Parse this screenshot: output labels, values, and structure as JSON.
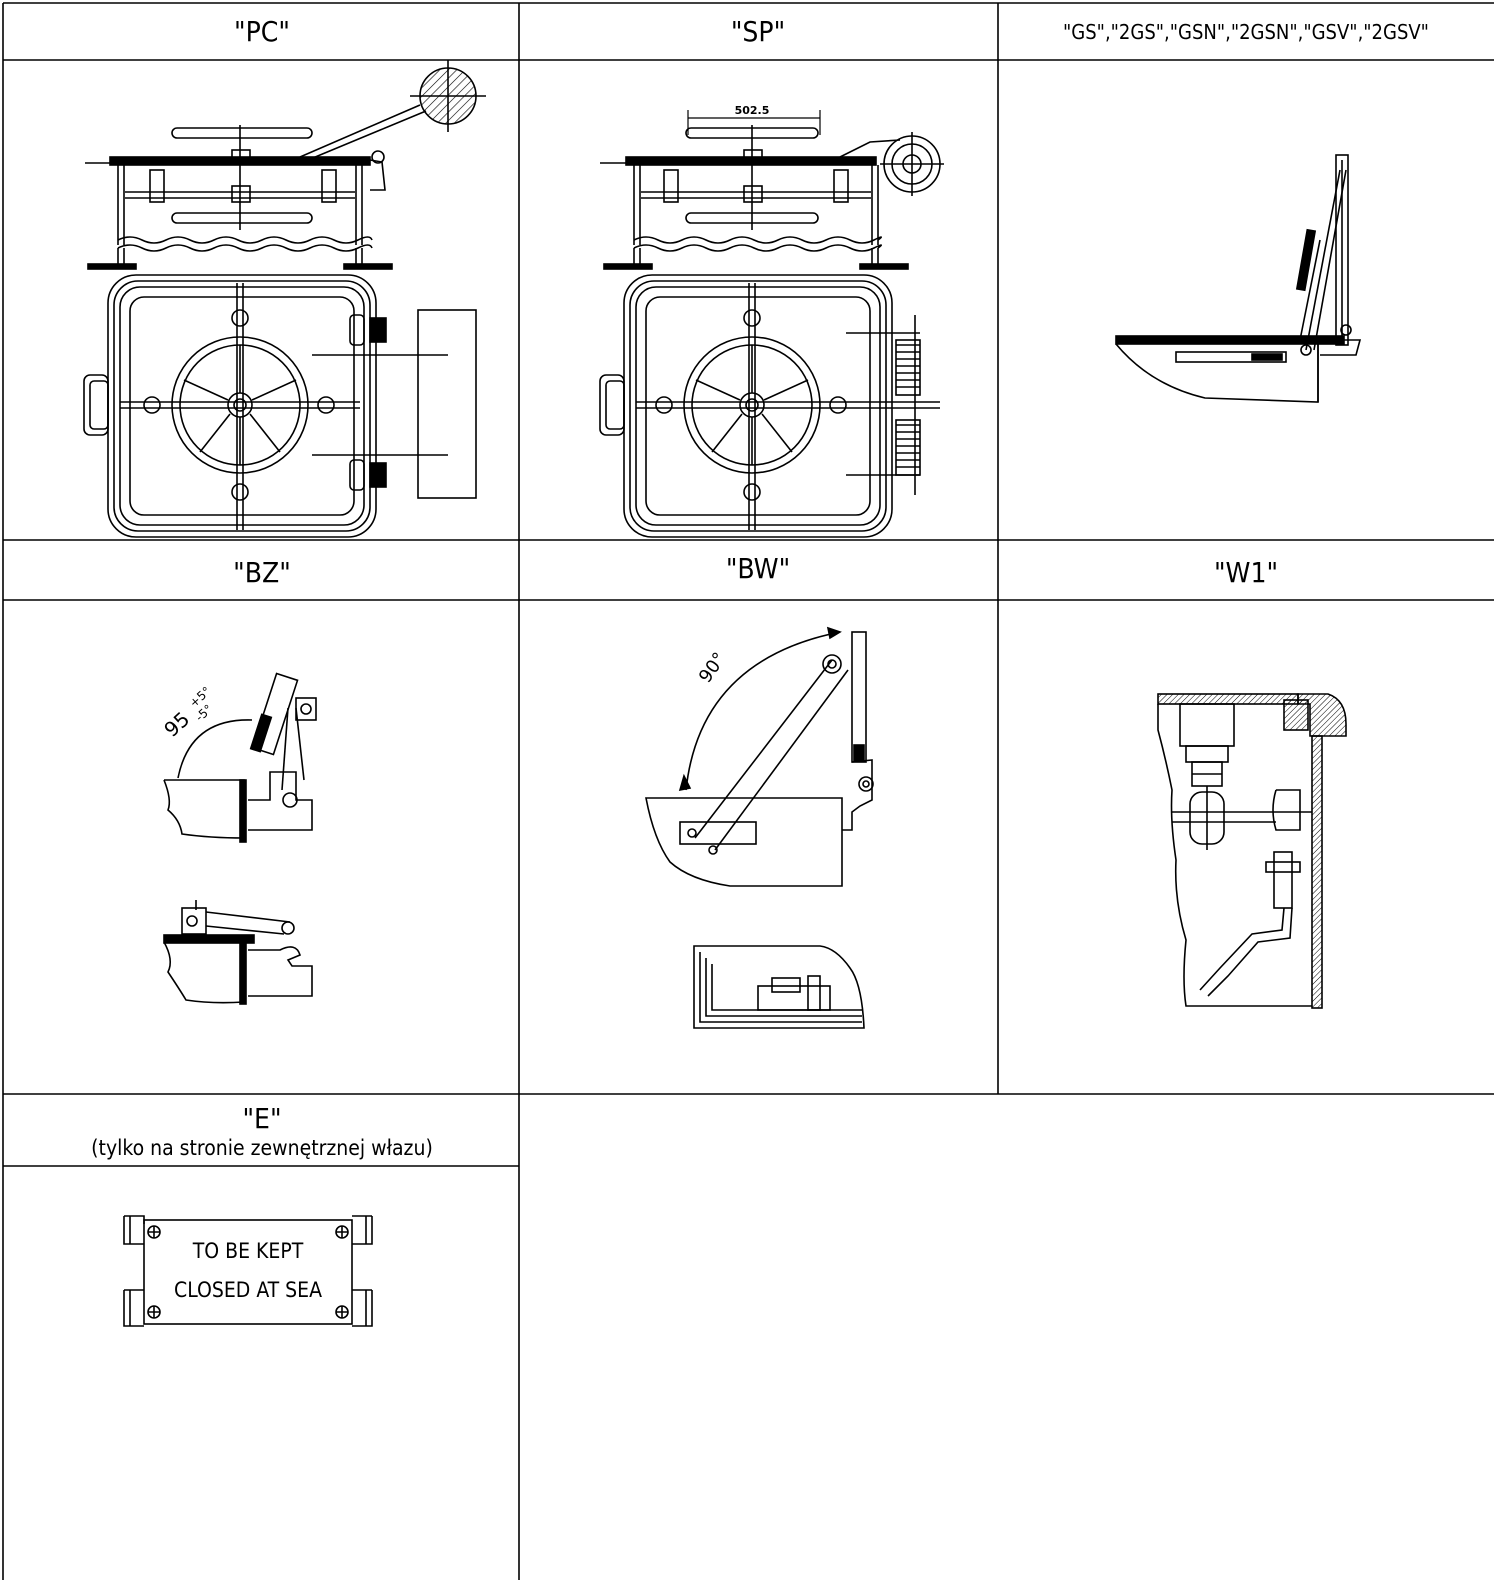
{
  "headers": {
    "pc": "\"PC\"",
    "sp": "\"SP\"",
    "gs": "\"GS\",\"2GS\",\"GSN\",\"2GSN\",\"GSV\",\"2GSV\"",
    "bz": "\"BZ\"",
    "bw": "\"BW\"",
    "w1": "\"W1\"",
    "e": "\"E\"",
    "e_sub": "(tylko na stronie zewnętrznej włazu)"
  },
  "annotations": {
    "sp_dimension": "502.5",
    "bz_angle_main": "95",
    "bz_angle_plus": "+5°",
    "bz_angle_minus": "-5°",
    "bw_angle": "90°"
  },
  "plate": {
    "line1": "TO BE KEPT",
    "line2": "CLOSED AT SEA"
  }
}
